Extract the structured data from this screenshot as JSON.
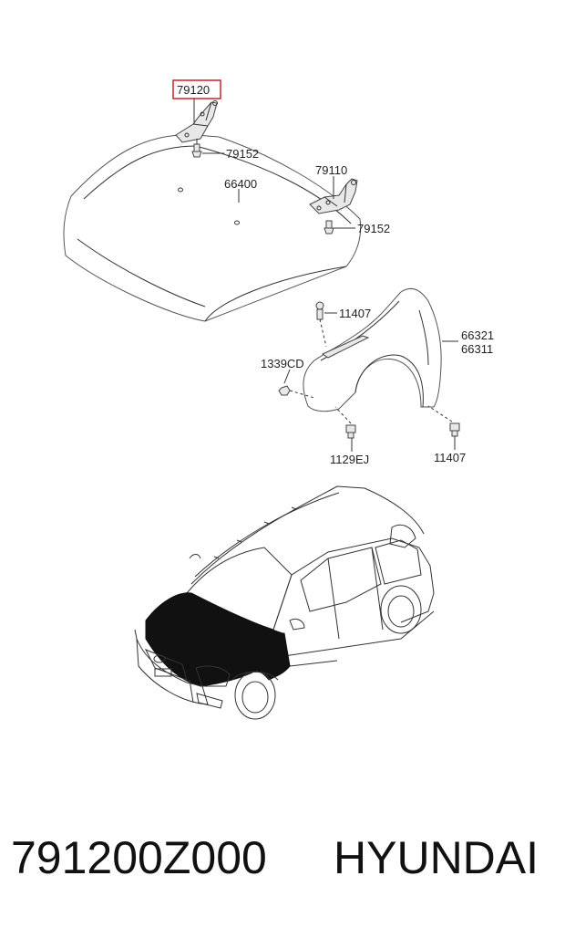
{
  "labels": {
    "hinge_left": "79120",
    "bolt_left": "79152",
    "hinge_right": "79110",
    "bolt_right": "79152",
    "hood": "66400",
    "bolt_fender_top": "11407",
    "fender_a": "66321",
    "fender_b": "66311",
    "nut": "1339CD",
    "screw_bottom": "1129EJ",
    "bolt_fender_bottom": "11407"
  },
  "highlight_color": "#d11f2a",
  "footer": {
    "part_number": "791200Z000",
    "brand": "HYUNDAI"
  }
}
